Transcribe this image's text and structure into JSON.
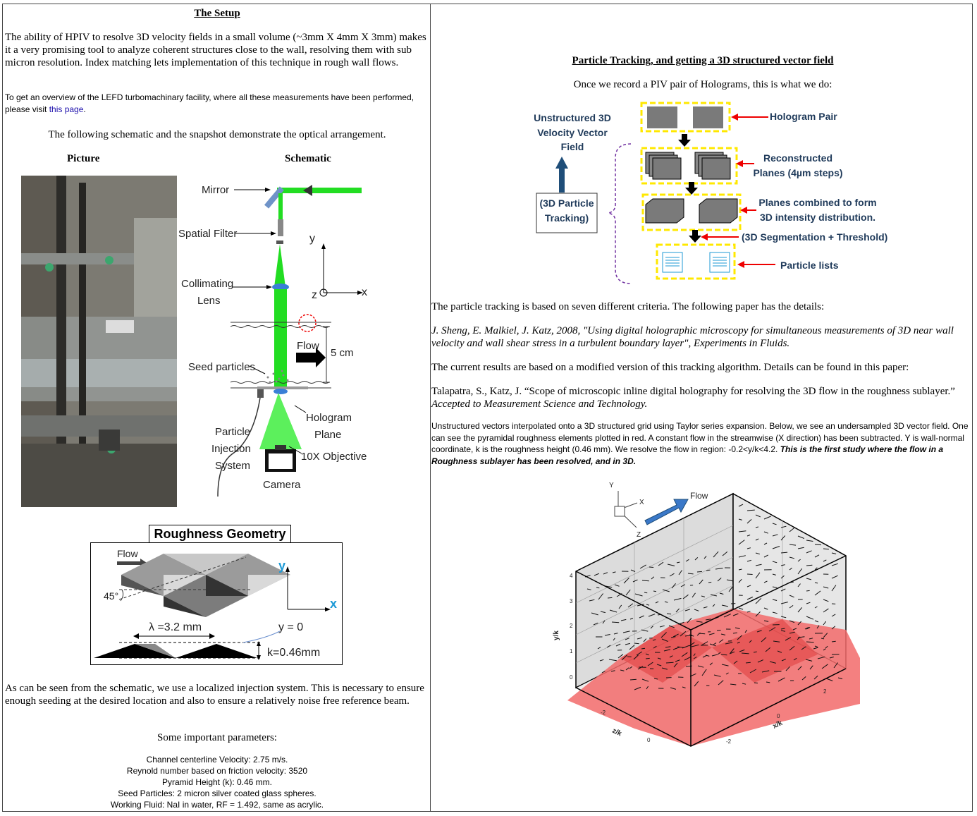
{
  "left": {
    "title": "The Setup",
    "intro": "The ability of HPIV to resolve 3D velocity fields in a small volume (~3mm X 4mm X 3mm) makes it a very promising tool to analyze coherent structures close to the wall, resolving them with sub micron resolution. Index matching lets implementation of this technique in rough wall flows.",
    "overview_prefix": "To get an overview of the LEFD turbomachinary facility, where all these measurements have been performed, please visit ",
    "overview_link": "this page",
    "overview_suffix": ".",
    "schematic_intro": "The following schematic and the snapshot demonstrate the optical arrangement.",
    "picture_heading": "Picture",
    "schematic_heading": "Schematic",
    "schematic": {
      "mirror": "Mirror",
      "spatial_filter": "Spatial Filter",
      "collimating": "Collimating",
      "lens": "Lens",
      "y_axis": "y",
      "z_axis": "z",
      "x_axis": "x",
      "flow": "Flow",
      "five_cm": "5 cm",
      "seed_particles": "Seed particles",
      "particle": "Particle",
      "injection": "Injection",
      "system": "System",
      "hologram": "Hologram",
      "plane": "Plane",
      "objective": "10X Objective",
      "camera": "Camera"
    },
    "roughness": {
      "title": "Roughness Geometry",
      "flow": "Flow",
      "angle": "45°",
      "y": "y",
      "x": "x",
      "lambda": "λ =3.2 mm",
      "y0": "y = 0",
      "k": "k=0.46mm"
    },
    "injection_text": "As can be seen from the schematic, we use a localized injection system. This is necessary to ensure enough seeding at  the desired location and also to ensure a relatively noise free reference beam.",
    "params_heading": "Some important parameters:",
    "params": [
      "Channel centerline Velocity: 2.75 m/s.",
      "Reynold number based on friction velocity: 3520",
      "Pyramid Height (k): 0.46 mm.",
      "Seed Particles: 2 micron silver coated glass spheres.",
      "Working Fluid: NaI in water, RF = 1.492, same as acrylic."
    ]
  },
  "right": {
    "title": "Particle Tracking, and getting a 3D structured vector field",
    "subtitle": "Once we record a PIV pair of Holograms, this is what we do:",
    "flow_diagram": {
      "unstructured_l1": "Unstructured 3D",
      "unstructured_l2": "Velocity Vector",
      "unstructured_l3": "Field",
      "tracking_l1": "(3D Particle",
      "tracking_l2": "Tracking)",
      "hologram_pair": "Hologram Pair",
      "reconstructed_l1": "Reconstructed",
      "reconstructed_l2": "Planes (4µm steps)",
      "combined_l1": "Planes combined to form",
      "combined_l2": "3D intensity distribution.",
      "segmentation": "(3D Segmentation + Threshold)",
      "particle_lists": "Particle lists"
    },
    "criteria_text": "The particle tracking is based on seven different criteria. The following paper has the details:",
    "paper1": "J. Sheng, E. Malkiel, J. Katz, 2008, \"Using digital holographic microscopy for simultaneous measurements of 3D near wall velocity and wall shear stress in a turbulent boundary layer\", Experiments in Fluids.",
    "current_results": "The current results are based on a modified version of this tracking algorithm. Details can be found in this paper:",
    "paper2_normal": "Talapatra, S., Katz, J. “Scope of microscopic inline digital holography for resolving the 3D flow in the roughness sublayer.” ",
    "paper2_italic": "Accepted to Measurement Science and Technology.",
    "interp_text": "Unstructured vectors interpolated onto a 3D structured grid using Taylor series expansion. Below, we see an undersampled 3D vector field. One can see the pyramidal roughness elements plotted in red. A constant flow in the streamwise (X direction) has been subtracted. Y is wall-normal coordinate, k is the roughness height (0.46 mm). We resolve the flow in region: -0.2<y/k<4.2. ",
    "interp_bold": "This is the first study where the flow in a Roughness sublayer has been resolved, and in 3D.",
    "plot": {
      "y": "Y",
      "x": "X",
      "z": "Z",
      "flow": "Flow",
      "yk": "y/k",
      "zk": "z/k",
      "xk": "x/k",
      "yticks": [
        "4",
        "3",
        "2",
        "1",
        "0"
      ],
      "zticks": [
        "-2",
        "0"
      ],
      "xticks": [
        "2",
        "0",
        "-2"
      ]
    }
  }
}
